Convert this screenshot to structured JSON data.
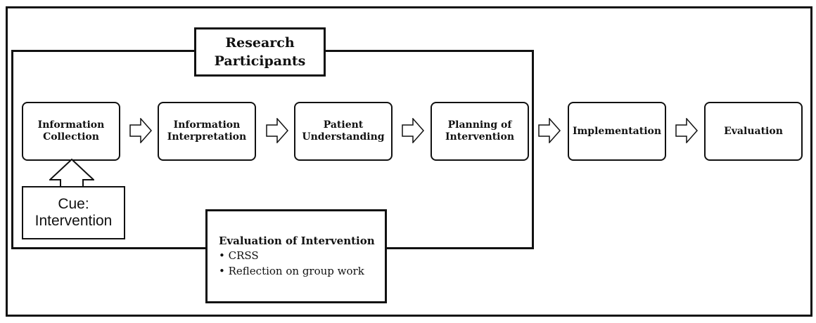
{
  "research_participants": {
    "line1": "Research",
    "line2": "Participants"
  },
  "steps": [
    {
      "line1": "Information",
      "line2": "Collection"
    },
    {
      "line1": "Information",
      "line2": "Interpretation"
    },
    {
      "line1": "Patient",
      "line2": "Understanding"
    },
    {
      "line1": "Planning of",
      "line2": "Intervention"
    },
    {
      "line1": "Implementation",
      "line2": ""
    },
    {
      "line1": "Evaluation",
      "line2": ""
    }
  ],
  "cue": {
    "line1": "Cue:",
    "line2": "Intervention"
  },
  "evaluation_of_intervention": {
    "title": "Evaluation of Intervention",
    "items": [
      "• CRSS",
      "• Reflection on group work"
    ]
  }
}
